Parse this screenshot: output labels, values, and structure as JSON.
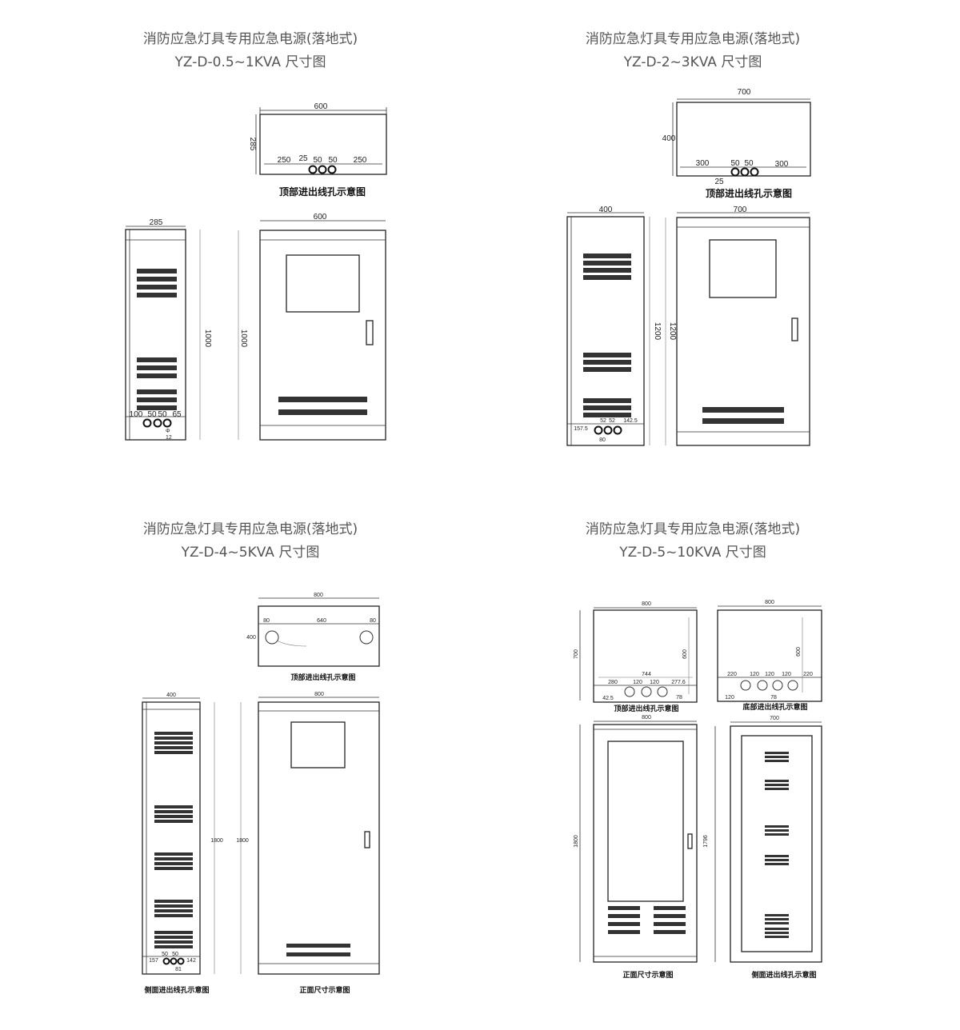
{
  "panels": [
    {
      "title": "消防应急灯具专用应急电源(落地式)",
      "model": "YZ-D-0.5~1KVA 尺寸图",
      "top_view": {
        "width": "600",
        "depth": "285",
        "dims": [
          "250",
          "25",
          "50",
          "50",
          "250"
        ],
        "caption": "顶部进出线孔示意图"
      },
      "side_view": {
        "width": "285",
        "height": "1000",
        "dims": [
          "100",
          "50",
          "50",
          "65"
        ],
        "small": [
          "Φ",
          "12"
        ]
      },
      "front_view": {
        "width": "600",
        "height": "1000"
      }
    },
    {
      "title": "消防应急灯具专用应急电源(落地式)",
      "model": "YZ-D-2~3KVA 尺寸图",
      "top_view": {
        "width": "700",
        "depth": "400",
        "dims": [
          "300",
          "50",
          "50",
          "300",
          "25"
        ],
        "caption": "顶部进出线孔示意图"
      },
      "side_view": {
        "width": "400",
        "height": "1200",
        "dims": [
          "157.5",
          "52",
          "52",
          "142.5",
          "80"
        ]
      },
      "front_view": {
        "width": "700",
        "height": "1200"
      }
    },
    {
      "title": "消防应急灯具专用应急电源(落地式)",
      "model": "YZ-D-4~5KVA 尺寸图",
      "top_view": {
        "width": "800",
        "depth": "400",
        "dims": [
          "80",
          "640",
          "80"
        ],
        "caption": "顶部进出线孔示意图"
      },
      "side_view": {
        "width": "400",
        "height": "1800",
        "dims": [
          "157",
          "50",
          "50",
          "142",
          "81"
        ],
        "caption": "侧面进出线孔示意图"
      },
      "front_view": {
        "width": "800",
        "height": "1800",
        "caption": "正面尺寸示意图"
      }
    },
    {
      "title": "消防应急灯具专用应急电源(落地式)",
      "model": "YZ-D-5~10KVA 尺寸图",
      "top_view": {
        "width": "800",
        "depth": "700",
        "inner": "600",
        "span": "744",
        "dims": [
          "280",
          "120",
          "120",
          "277.6",
          "78",
          "42.5"
        ],
        "caption": "顶部进出线孔示意图"
      },
      "bottom_view": {
        "width": "800",
        "inner": "600",
        "dims": [
          "220",
          "120",
          "120",
          "120",
          "220",
          "78",
          "120"
        ],
        "caption": "底部进出线孔示意图"
      },
      "front_view": {
        "width": "800",
        "height": "1800",
        "caption": "正面尺寸示意图"
      },
      "side_view": {
        "width": "700",
        "height": "1796",
        "caption": "侧面进出线孔示意图"
      }
    }
  ]
}
